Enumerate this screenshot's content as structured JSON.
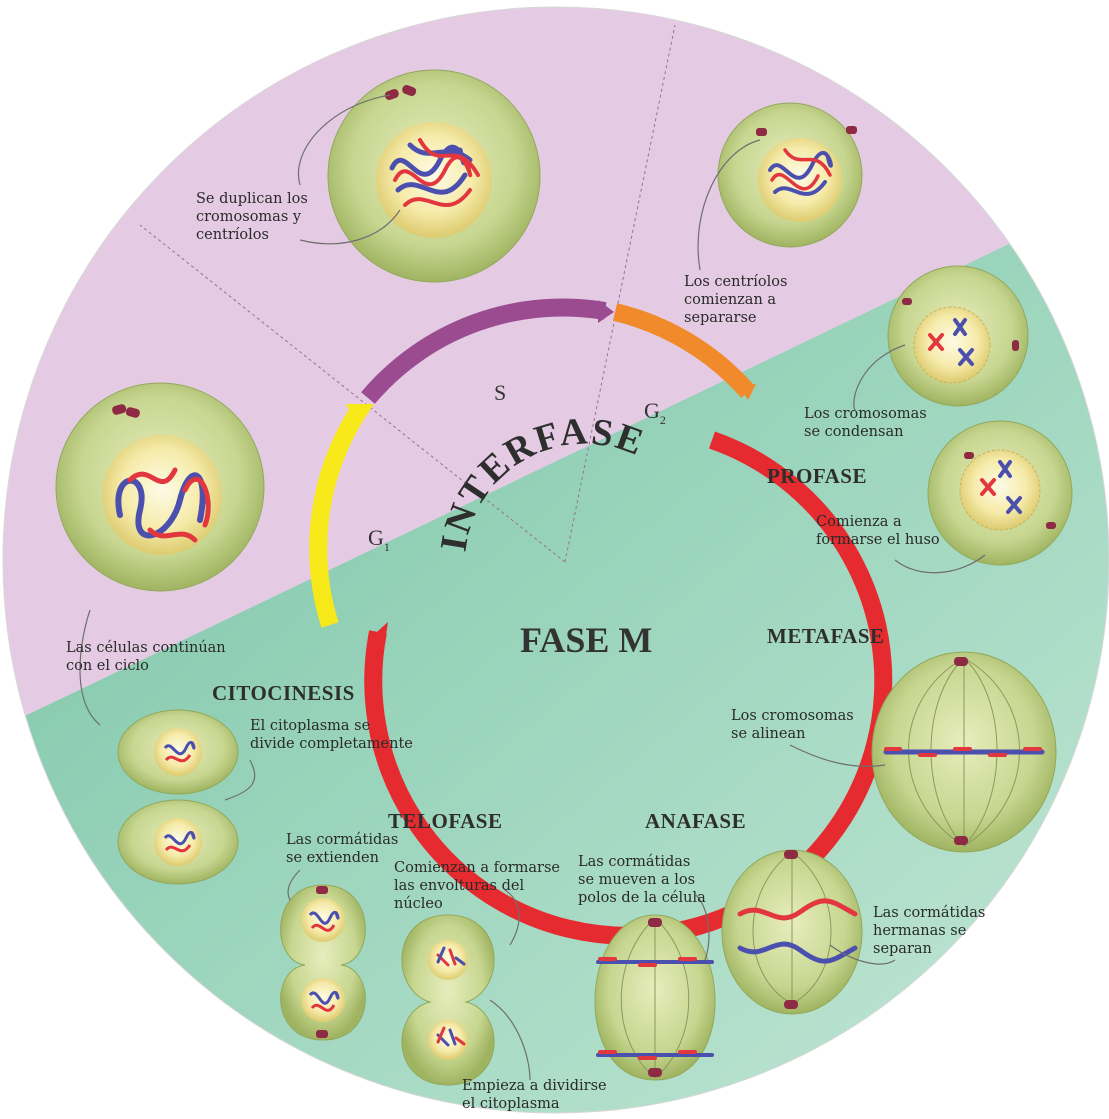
{
  "center": {
    "interfase": "INTERFASE",
    "fase_m": "FASE M",
    "g1": "G",
    "g1_sub": "1",
    "s": "S",
    "g2": "G",
    "g2_sub": "2"
  },
  "phases": {
    "profase": "PROFASE",
    "metafase": "METAFASE",
    "anafase": "ANAFASE",
    "telofase": "TELOFASE",
    "citocinesis": "CITOCINESIS"
  },
  "labels": {
    "duplican": [
      "Se duplican los",
      "cromosomas y",
      "centríolos"
    ],
    "centriolos_sep": [
      "Los centríolos",
      "comienzan a",
      "separarse"
    ],
    "condensan": [
      "Los cromosomas",
      "se condensan"
    ],
    "huso": [
      "Comienza a",
      "formarse el huso"
    ],
    "alinean": [
      "Los cromosomas",
      "se alinean"
    ],
    "hermanas": [
      "Las cormátidas",
      "hermanas se",
      "separan"
    ],
    "mueven": [
      "Las cormátidas",
      "se mueven a los",
      "polos de la célula"
    ],
    "envolturas": [
      "Comienzan a formarse",
      "las envolturas del",
      "núcleo"
    ],
    "extienden": [
      "Las cormátidas",
      "se extienden"
    ],
    "dividirse": [
      "Empieza a dividirse",
      "el citoplasma"
    ],
    "citoplasma": [
      "El citoplasma se",
      "divide completamente"
    ],
    "continuan": [
      "Las células continúan",
      "con el ciclo"
    ]
  },
  "colors": {
    "interphase_bg": "#e4cbe3",
    "mphase_bg": "#8fcfb4",
    "g1": "#f7e81a",
    "s": "#9b4b8f",
    "g2": "#f08a2a",
    "m": "#e52b2f",
    "chromosome_red": "#e2373e",
    "chromosome_blue": "#4b4fae"
  }
}
